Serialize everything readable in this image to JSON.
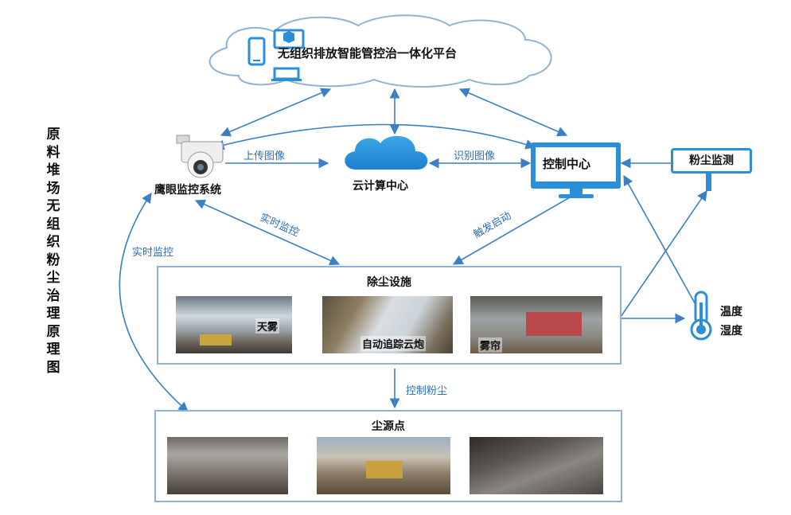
{
  "title_vertical": "原料堆场无组织粉尘治理原理图",
  "cloud_platform": {
    "label": "无组织排放智能管控治一体化平台"
  },
  "nodes": {
    "camera": "鹰眼监控系统",
    "cloud_compute": "云计算中心",
    "control_center": "控制中心",
    "dust_monitor": "粉尘监测",
    "temp_humidity": "温度\n湿度"
  },
  "edge_labels": {
    "upload": "上传图像",
    "recognize": "识别图像",
    "realtime1": "实时监控",
    "trigger": "触发启动",
    "realtime2": "实时监控",
    "control_dust": "控制粉尘"
  },
  "dust_removal": {
    "title": "除尘设施",
    "items": [
      "天雾",
      "自动追踪云炮",
      "雾帘"
    ]
  },
  "dust_source": {
    "title": "尘源点"
  },
  "colors": {
    "arrow": "#3b7fc4",
    "accent": "#2a8fd6",
    "box_border": "#8fb3d6"
  }
}
